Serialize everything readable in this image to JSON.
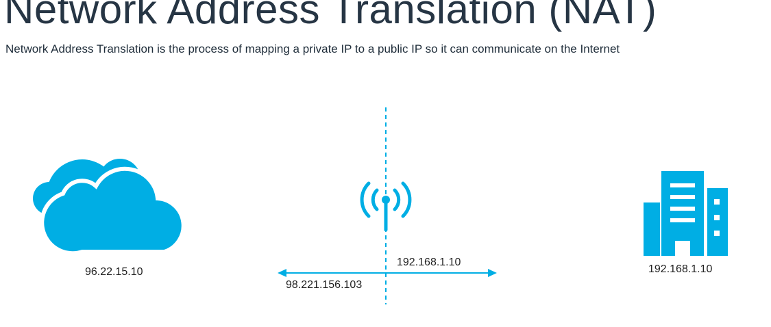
{
  "title": "Network Address Translation (NAT)",
  "subtitle": "Network Address Translation is the process of mapping a private IP to a public IP so it can communicate on the Internet",
  "colors": {
    "accent": "#00aee4",
    "title": "#263544",
    "text": "#222222"
  },
  "nodes": {
    "internet": {
      "icon": "cloud-icon",
      "ip": "96.22.15.10"
    },
    "router": {
      "icon": "antenna-icon",
      "private_ip": "192.168.1.10",
      "public_ip": "98.221.156.103"
    },
    "office": {
      "icon": "building-icon",
      "ip": "192.168.1.10"
    }
  }
}
